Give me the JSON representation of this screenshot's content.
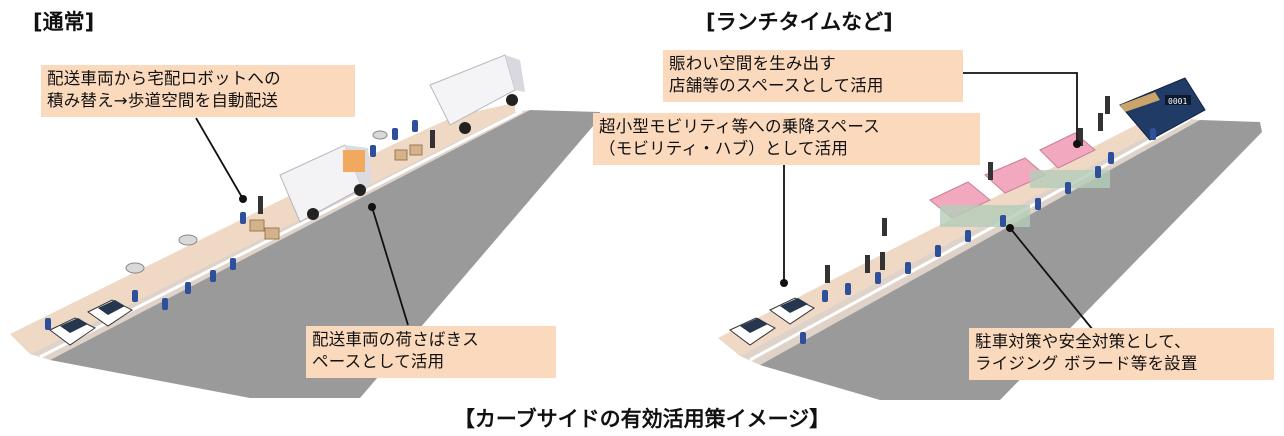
{
  "left_panel": {
    "title": "[通常]",
    "callouts": {
      "robot_transfer": "配送車両から宅配ロボットへの\n積み替え→歩道空間を自動配送",
      "loading_space": "配送車両の荷さばきス\nペースとして活用"
    }
  },
  "right_panel": {
    "title": "[ランチタイムなど]",
    "callouts": {
      "shop_space": "賑わい空間を生み出す\n店舗等のスペースとして活用",
      "mobility_hub": "超小型モビリティ等への乗降スペース\n（モビリティ・ハブ）として活用",
      "bollards": "駐車対策や安全対策として、\nライジング ボラード等を設置"
    },
    "vehicle_display": "0001"
  },
  "caption": "【カーブサイドの有効活用策イメージ】",
  "colors": {
    "road": "#9a9a9a",
    "sidewalk": "#efd8c4",
    "curb": "#ffffff",
    "callout_bg": "#fbd9bc",
    "bollard": "#2e4f9a",
    "canopy": "#f2a8be",
    "vehicle_blue": "#1f3b66"
  }
}
